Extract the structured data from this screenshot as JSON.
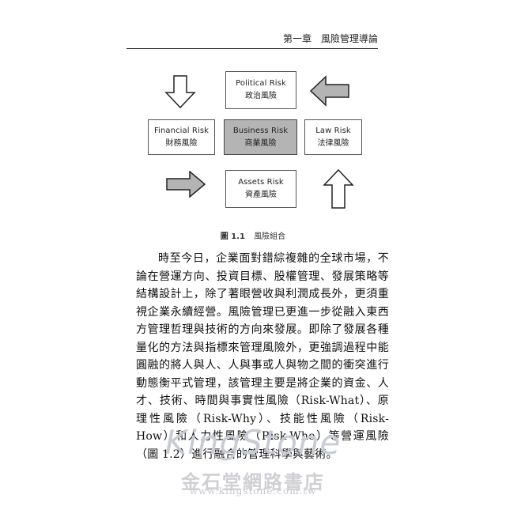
{
  "header": {
    "chapter": "第一章　風險管理導論"
  },
  "diagram": {
    "boxes": {
      "political": {
        "en": "Political Risk",
        "zh": "政治風險"
      },
      "financial": {
        "en": "Financial Risk",
        "zh": "財務風險"
      },
      "business": {
        "en": "Business Risk",
        "zh": "商業風險"
      },
      "law": {
        "en": "Law Risk",
        "zh": "法律風險"
      },
      "assets": {
        "en": "Assets Risk",
        "zh": "資產風險"
      }
    },
    "arrows": [
      {
        "name": "down-arrow-icon",
        "direction": "down",
        "fill": "#ffffff"
      },
      {
        "name": "left-arrow-icon",
        "direction": "left",
        "fill": "#b4b4b4"
      },
      {
        "name": "right-arrow-icon",
        "direction": "right",
        "fill": "#b4b4b4"
      },
      {
        "name": "up-arrow-icon",
        "direction": "up",
        "fill": "#ffffff"
      }
    ]
  },
  "caption": {
    "number": "圖 1.1",
    "title": "風險組合"
  },
  "body": {
    "paragraph": "時至今日，企業面對錯綜複雜的全球市場，不論在營運方向、投資目標、股權管理、發展策略等結構設計上，除了著眼營收與利潤成長外，更須重視企業永續經營。風險管理已更進一步從融入東西方管理哲理與技術的方向來發展。即除了發展各種量化的方法與指標來管理風險外，更強調過程中能圓融的將人與人、人與事或人與物之間的衝突進行動態衡平式管理，該管理主要是將企業的資金、人才、技術、時間與事實性風險（Risk-What）、原理性風險（Risk-Why）、技能性風險（Risk-How）和人力性風險（Risk-Who）等營運風險（圖 1.2）進行融合的管理科學與藝術。"
  },
  "watermark": {
    "brand": "KingStone",
    "chinese": "金石堂網路書店",
    "url": "www.kingstone.com.tw"
  }
}
